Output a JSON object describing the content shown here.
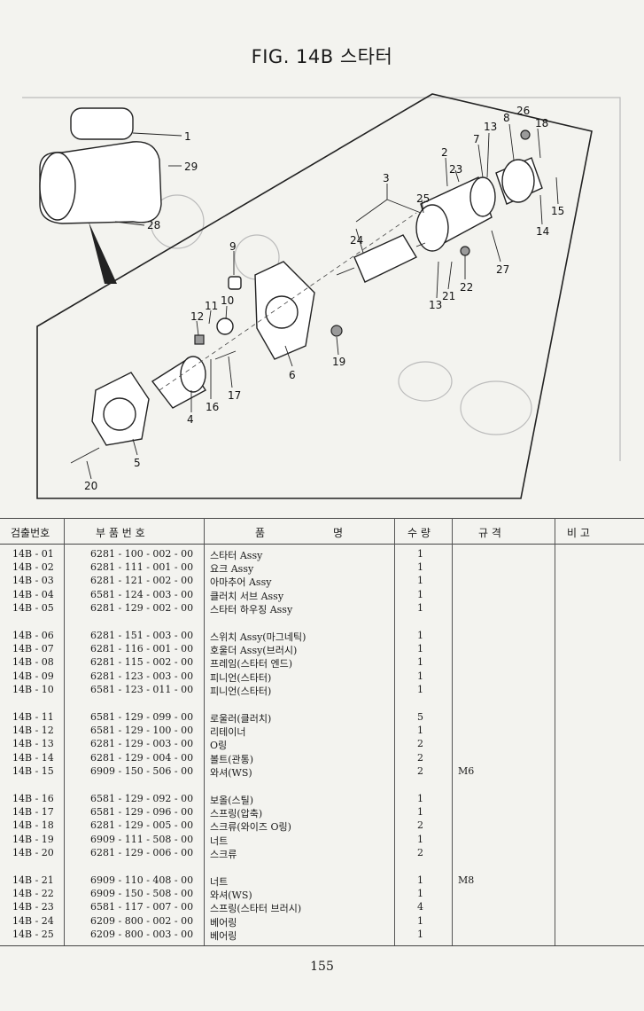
{
  "page": {
    "title": "FIG. 14B 스타터",
    "page_number": "155"
  },
  "diagram": {
    "labels": [
      "1",
      "29",
      "28",
      "2",
      "3",
      "7",
      "8",
      "13",
      "26",
      "18",
      "23",
      "25",
      "24",
      "15",
      "14",
      "27",
      "9",
      "10",
      "11",
      "12",
      "6",
      "19",
      "22",
      "21",
      "13",
      "4",
      "16",
      "17",
      "5",
      "20"
    ]
  },
  "table": {
    "headers": {
      "no": "검출번호",
      "part_no": "부 품 번 호",
      "name_left": "품",
      "name_right": "명",
      "qty": "수 량",
      "spec": "규 격",
      "note": "비 고"
    },
    "rows": [
      {
        "no": "14B - 01",
        "part_no": "6281 - 100 - 002 - 00",
        "name": "스타터 Assy",
        "qty": "1",
        "spec": ""
      },
      {
        "no": "14B - 02",
        "part_no": "6281 - 111 - 001 - 00",
        "name": "요크 Assy",
        "qty": "1",
        "spec": ""
      },
      {
        "no": "14B - 03",
        "part_no": "6281 - 121 - 002 - 00",
        "name": "아마추어 Assy",
        "qty": "1",
        "spec": ""
      },
      {
        "no": "14B - 04",
        "part_no": "6581 - 124 - 003 - 00",
        "name": "클러치 서브 Assy",
        "qty": "1",
        "spec": ""
      },
      {
        "no": "14B - 05",
        "part_no": "6281 - 129 - 002 - 00",
        "name": "스타터 하우징 Assy",
        "qty": "1",
        "spec": ""
      },
      {
        "no": "14B - 06",
        "part_no": "6281 - 151 - 003 - 00",
        "name": "스위치 Assy(마그네틱)",
        "qty": "1",
        "spec": ""
      },
      {
        "no": "14B - 07",
        "part_no": "6281 - 116 - 001 - 00",
        "name": "호울더 Assy(브러시)",
        "qty": "1",
        "spec": ""
      },
      {
        "no": "14B - 08",
        "part_no": "6281 - 115 - 002 - 00",
        "name": "프레임(스타터 엔드)",
        "qty": "1",
        "spec": ""
      },
      {
        "no": "14B - 09",
        "part_no": "6281 - 123 - 003 - 00",
        "name": "피니언(스타터)",
        "qty": "1",
        "spec": ""
      },
      {
        "no": "14B - 10",
        "part_no": "6581 - 123 - 011 - 00",
        "name": "피니언(스타터)",
        "qty": "1",
        "spec": ""
      },
      {
        "no": "14B - 11",
        "part_no": "6581 - 129 - 099 - 00",
        "name": "로울러(클러치)",
        "qty": "5",
        "spec": ""
      },
      {
        "no": "14B - 12",
        "part_no": "6581 - 129 - 100 - 00",
        "name": "리테이너",
        "qty": "1",
        "spec": ""
      },
      {
        "no": "14B - 13",
        "part_no": "6281 - 129 - 003 - 00",
        "name": "O링",
        "qty": "2",
        "spec": ""
      },
      {
        "no": "14B - 14",
        "part_no": "6281 - 129 - 004 - 00",
        "name": "볼트(관통)",
        "qty": "2",
        "spec": ""
      },
      {
        "no": "14B - 15",
        "part_no": "6909 - 150 - 506 - 00",
        "name": "와셔(WS)",
        "qty": "2",
        "spec": "M6"
      },
      {
        "no": "14B - 16",
        "part_no": "6581 - 129 - 092 - 00",
        "name": "보올(스틸)",
        "qty": "1",
        "spec": ""
      },
      {
        "no": "14B - 17",
        "part_no": "6581 - 129 - 096 - 00",
        "name": "스프링(압축)",
        "qty": "1",
        "spec": ""
      },
      {
        "no": "14B - 18",
        "part_no": "6281 - 129 - 005 - 00",
        "name": "스크류(와이즈 O링)",
        "qty": "2",
        "spec": ""
      },
      {
        "no": "14B - 19",
        "part_no": "6909 - 111 - 508 - 00",
        "name": "너트",
        "qty": "1",
        "spec": ""
      },
      {
        "no": "14B - 20",
        "part_no": "6281 - 129 - 006 - 00",
        "name": "스크류",
        "qty": "2",
        "spec": ""
      },
      {
        "no": "14B - 21",
        "part_no": "6909 - 110 - 408 - 00",
        "name": "너트",
        "qty": "1",
        "spec": "M8"
      },
      {
        "no": "14B - 22",
        "part_no": "6909 - 150 - 508 - 00",
        "name": "와셔(WS)",
        "qty": "1",
        "spec": ""
      },
      {
        "no": "14B - 23",
        "part_no": "6581 - 117 - 007 - 00",
        "name": "스프링(스타터 브러시)",
        "qty": "4",
        "spec": ""
      },
      {
        "no": "14B - 24",
        "part_no": "6209 - 800 - 002 - 00",
        "name": "베어링",
        "qty": "1",
        "spec": ""
      },
      {
        "no": "14B - 25",
        "part_no": "6209 - 800 - 003 - 00",
        "name": "베어링",
        "qty": "1",
        "spec": ""
      }
    ]
  }
}
